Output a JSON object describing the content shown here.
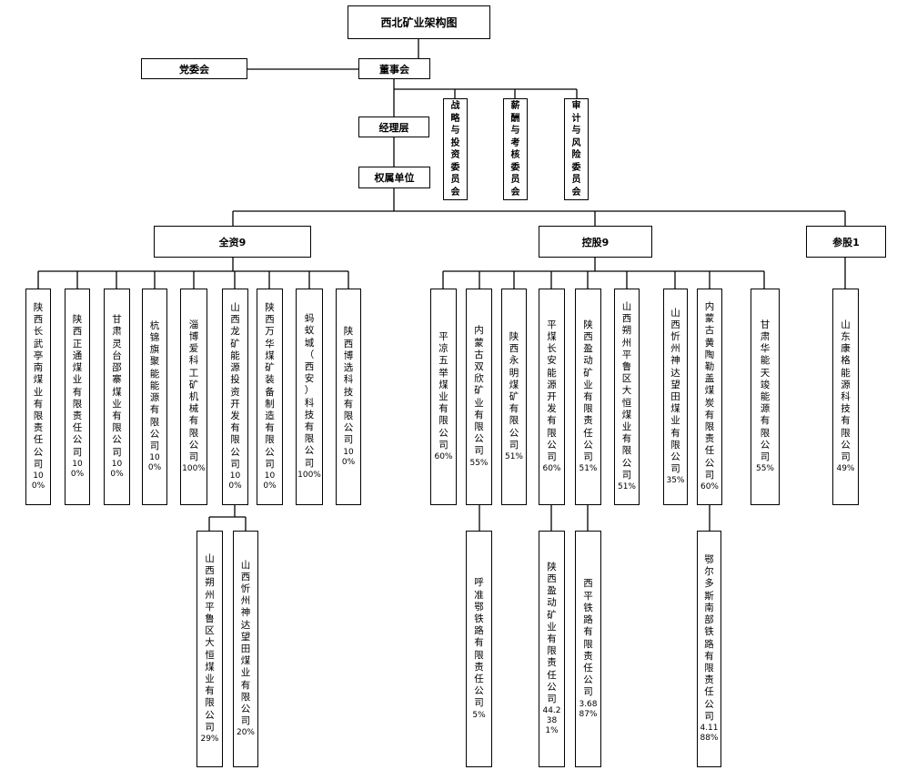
{
  "title": "西北矿业架构图",
  "top": {
    "party_committee": "党委会",
    "board": "董事会",
    "management": "经理层",
    "subsidiaries": "权属单位"
  },
  "committees": [
    {
      "name": "战略与投资委员会"
    },
    {
      "name": "薪酬与考核委员会"
    },
    {
      "name": "审计与风险委员会"
    }
  ],
  "groups": {
    "wholly_owned": "全资9",
    "controlled": "控股9",
    "participating": "参股1"
  },
  "wholly_owned_companies": [
    {
      "name": "陕西长武亭南煤业有限责任公司",
      "share": "100%"
    },
    {
      "name": "陕西正通煤业有限责任公司",
      "share": "100%"
    },
    {
      "name": "甘肃灵台邵寨煤业有限公司",
      "share": "100%"
    },
    {
      "name": "杭锦旗聚能能源有限公司",
      "share": "100%"
    },
    {
      "name": "淄博爱科工矿机械有限公司",
      "share": "100%"
    },
    {
      "name": "山西龙矿能源投资开发有限公司",
      "share": "100%"
    },
    {
      "name": "陕西万华煤矿装备制造有限公司",
      "share": "100%"
    },
    {
      "name": "蚂蚁城（西安）科技有限公司",
      "share": "100%"
    },
    {
      "name": "陕西博选科技有限公司",
      "share": "100%"
    }
  ],
  "shanxi_longkuang_subsidiaries": [
    {
      "name": "山西朔州平鲁区大恒煤业有限公司",
      "share": "29%"
    },
    {
      "name": "山西忻州神达望田煤业有限公司",
      "share": "20%"
    }
  ],
  "controlled_companies": [
    {
      "name": "平凉五举煤业有限公司",
      "share": "60%"
    },
    {
      "name": "内蒙古双欣矿业有限公司",
      "share": "55%"
    },
    {
      "name": "陕西永明煤矿有限公司",
      "share": "51%"
    },
    {
      "name": "平煤长安能源开发有限公司",
      "share": "60%"
    },
    {
      "name": "陕西盈动矿业有限责任公司",
      "share": "51%"
    },
    {
      "name": "山西朔州平鲁区大恒煤业有限公司",
      "share": "51%"
    },
    {
      "name": "山西忻州神达望田煤业有限公司",
      "share": "35%"
    },
    {
      "name": "内蒙古黄陶勒盖煤炭有限责任公司",
      "share": "60%"
    },
    {
      "name": "甘肃华能天竣能源有限公司",
      "share": "55%"
    }
  ],
  "controlled_sub": [
    {
      "name": "呼准鄂铁路有限责任公司",
      "share": "5%"
    },
    {
      "name": "陕西盈动矿业有限责任公司",
      "share": "44.2381%"
    },
    {
      "name": "西平铁路有限责任公司",
      "share": "3.6887%"
    },
    {
      "name": "鄂尔多斯南部铁路有限责任公司",
      "share": "4.1188%"
    }
  ],
  "participating_companies": [
    {
      "name": "山东康格能源科技有限公司",
      "share": "49%"
    }
  ]
}
